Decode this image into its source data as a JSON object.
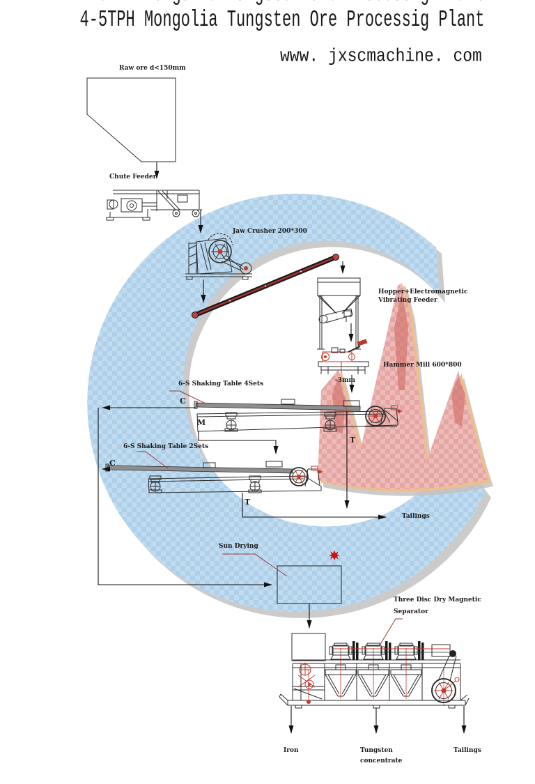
{
  "header": {
    "title": "4-5TPH Mongolia Tungsten Ore Processig Plant",
    "website": "www. jxscmachine. com"
  },
  "labels": {
    "raw_ore": "Raw ore d<150mm",
    "chute_feeder": "Chute Feeder",
    "jaw_crusher": "Jaw Crusher 200*300",
    "hopper_feeder_line1": "Hopper+Electromagnetic",
    "hopper_feeder_line2": "Vibrating Feeder",
    "hammer_mill": "Hammer Mill 600*800",
    "minus_3mm": "-3mm",
    "shaking_table_4sets": "6-S Shaking Table 4Sets",
    "shaking_table_2sets": "6-S Shaking Table 2Sets",
    "sun_drying": "Sun Drying",
    "magnetic_separator_line1": "Three Disc Dry Magnetic",
    "magnetic_separator_line2": "Separator",
    "tailings_mid": "Tailings"
  },
  "streams": {
    "concentrate_1": "C",
    "middlings_1": "M",
    "tailings_1": "T",
    "concentrate_2": "C",
    "tailings_2": "T"
  },
  "outputs": {
    "iron": "Iron",
    "tungsten_line1": "Tungsten",
    "tungsten_line2": "concentrate",
    "tailings": "Tailings"
  },
  "colors": {
    "logo_blue": "#aed0ea",
    "logo_pink": "#e6a5a2",
    "logo_pink_core": "#d2706a",
    "logo_orange": "#eebe8c",
    "logo_shadow": "#c2c2c2",
    "machine_line": "#2b2b2b",
    "accent_red": "#c0392b",
    "leader_red": "#9c3636",
    "flow_line": "#111111",
    "sun_red": "#cc1111"
  }
}
